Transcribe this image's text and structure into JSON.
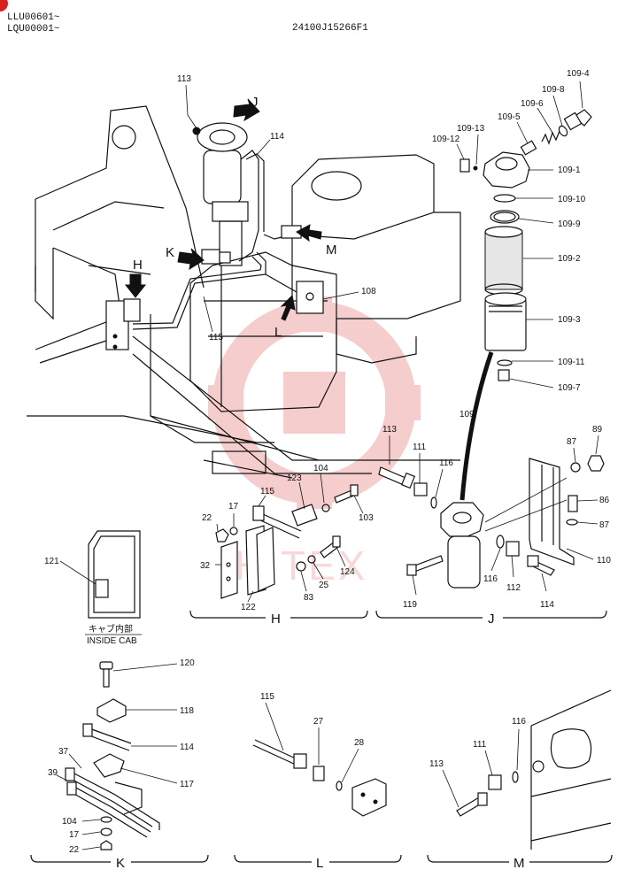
{
  "header": {
    "serial_line_1": "LLU00601~",
    "serial_line_2": "LQU00001~",
    "drawing_number": "24100J15266F1"
  },
  "watermark": {
    "text": "HITEX",
    "color": "#e05050"
  },
  "views": {
    "H": {
      "label": "H"
    },
    "J": {
      "label": "J"
    },
    "K": {
      "label": "K"
    },
    "L": {
      "label": "L"
    },
    "M": {
      "label": "M"
    }
  },
  "view_arrows": {
    "H": "H",
    "J": "J",
    "K": "K",
    "L": "L",
    "M": "M"
  },
  "inside_cab": {
    "japanese": "キャブ内部",
    "english": "INSIDE CAB"
  },
  "parts": {
    "p109_4": "109-4",
    "p109_8": "109-8",
    "p109_6": "109-6",
    "p109_5": "109-5",
    "p109_13": "109-13",
    "p109_12": "109-12",
    "p109_1": "109-1",
    "p109_10": "109-10",
    "p109_9": "109-9",
    "p109_2": "109-2",
    "p109_3": "109-3",
    "p109_11": "109-11",
    "p109_7": "109-7",
    "p109": "109",
    "p113_top": "113",
    "p114_top": "114",
    "p115_top": "115",
    "p108": "108",
    "p113_j": "113",
    "p111_j": "111",
    "p116_j": "116",
    "p87_a": "87",
    "p89": "89",
    "p86": "86",
    "p87_b": "87",
    "p110": "110",
    "p116_j2": "116",
    "p112": "112",
    "p114_j": "114",
    "p119": "119",
    "p123": "123",
    "p104_h": "104",
    "p115_h": "115",
    "p22_h": "22",
    "p17_h": "17",
    "p103": "103",
    "p32": "32",
    "p124": "124",
    "p25": "25",
    "p83": "83",
    "p122": "122",
    "p121": "121",
    "p120": "120",
    "p118": "118",
    "p114_k": "114",
    "p37": "37",
    "p39": "39",
    "p117": "117",
    "p104_k": "104",
    "p17_k": "17",
    "p22_k": "22",
    "p115_l": "115",
    "p27": "27",
    "p28": "28",
    "p116_m": "116",
    "p111_m": "111",
    "p113_m": "113"
  }
}
